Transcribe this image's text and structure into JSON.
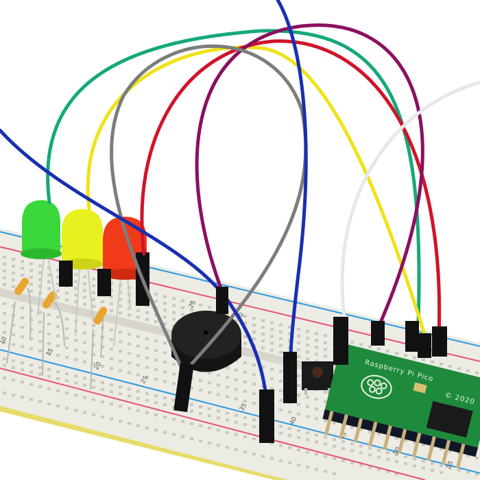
{
  "pico": {
    "label": "Raspberry Pi Pico",
    "copyright": "© 2020"
  },
  "breadboard": {
    "row_numbers_top": [
      "25",
      "30"
    ],
    "row_numbers_bottom": [
      "10",
      "15",
      "20",
      "25",
      "35",
      "40",
      "45",
      "50",
      "55"
    ]
  },
  "colors": {
    "breadboard": "#ecebe4",
    "rail_blue": "#2a9ae0",
    "rail_red": "#e8507a",
    "pcb": "#1e8a3c",
    "wire_green": "#16a87a",
    "wire_yellow": "#f0e21a",
    "wire_gray": "#7d7d7d",
    "wire_red": "#d0142a",
    "wire_purple": "#8a1060",
    "wire_blue": "#1a2fb0",
    "wire_white": "#f4f4f4",
    "led_green": "#3ad83a",
    "led_yellow": "#e8f020",
    "led_red": "#f03a1a"
  }
}
